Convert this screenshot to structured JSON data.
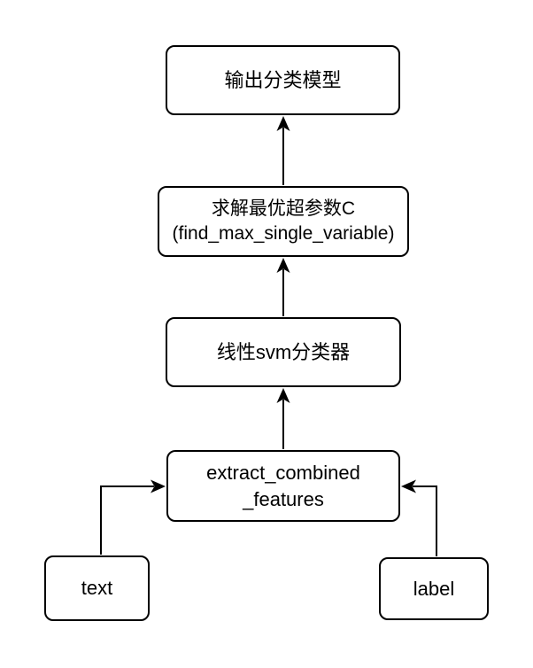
{
  "diagram": {
    "type": "flowchart",
    "colors": {
      "background": "#ffffff",
      "node_fill": "#ffffff",
      "stroke": "#000000",
      "text": "#000000"
    },
    "nodes": {
      "output_model": {
        "label": "输出分类模型"
      },
      "solve_hyperparameter": {
        "line1": "求解最优超参数C",
        "line2": "(find_max_single_variable)"
      },
      "linear_svm": {
        "label": "线性svm分类器"
      },
      "extract_features": {
        "line1": "extract_combined",
        "line2": "_features"
      },
      "text_input": {
        "label": "text"
      },
      "label_input": {
        "label": "label"
      }
    },
    "edges": [
      {
        "from": "text",
        "to": "extract_combined _features",
        "direction": "right"
      },
      {
        "from": "label",
        "to": "extract_combined _features",
        "direction": "left"
      },
      {
        "from": "extract_combined _features",
        "to": "线性svm分类器",
        "direction": "up"
      },
      {
        "from": "线性svm分类器",
        "to": "求解最优超参数C (find_max_single_variable)",
        "direction": "up"
      },
      {
        "from": "求解最优超参数C (find_max_single_variable)",
        "to": "输出分类模型",
        "direction": "up"
      }
    ]
  }
}
